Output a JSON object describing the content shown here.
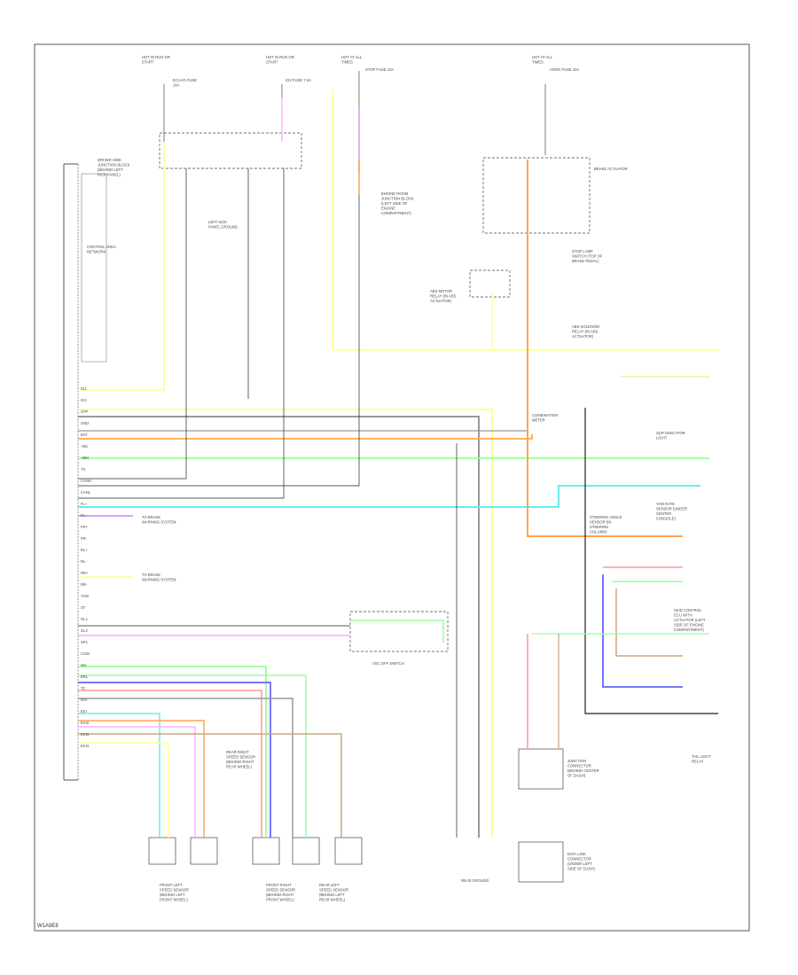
{
  "figure_id": "W1A9E8",
  "labels": {
    "hot_run_start_1": "HOT IN RUN OR START",
    "hot_run_start_2": "HOT IN RUN OR START",
    "hot_at_all_times_1": "HOT AT ALL TIMES",
    "hot_at_all_times_2": "HOT AT ALL TIMES",
    "ecu_ig_fuse": "ECU-IG FUSE 10A",
    "ig2_fuse": "IG2 FUSE 7.5A",
    "stop_fuse": "STOP FUSE 10A",
    "horn_fuse": "HORN FUSE 10A",
    "junction_block": "DRIVER SIDE JUNCTION BLOCK (BEHIND LEFT KICK PANEL)",
    "engine_room_jb": "ENGINE ROOM JUNCTION BLOCK (LEFT SIDE OF ENGINE COMPARTMENT)",
    "controller_area": "CONTROL AREA NETWORK",
    "stop_lamp_switch": "STOP LAMP SWITCH (TOP OF BRAKE PEDAL)",
    "abs_motor_relay": "ABS MOTOR RELAY (IN ABS ACTUATOR)",
    "abs_solenoid_relay": "ABS SOLENOID RELAY (IN ABS ACTUATOR)",
    "left_kick_ground": "LEFT KICK PANEL GROUND",
    "rear_ground": "REAR GROUND",
    "brake_actuator": "BRAKE ACTUATOR",
    "combination_meter": "COMBINATION METER",
    "slip_indicator": "SLIP INDICATOR LIGHT",
    "yaw_rate_sensor": "YAW RATE SENSOR (UNDER CENTER CONSOLE)",
    "steering_angle_sensor": "STEERING ANGLE SENSOR (IN STEERING COLUMN)",
    "skid_control_ecu": "SKID CONTROL ECU WITH ACTUATOR (LEFT SIDE OF ENGINE COMPARTMENT)",
    "to_abs_system_1": "TO BRAKE WARNING SYSTEM",
    "to_abs_system_2": "TO BRAKE WARNING SYSTEM",
    "front_left_sensor": "FRONT LEFT SPEED SENSOR (BEHIND LEFT FRONT WHEEL)",
    "front_right_sensor": "FRONT RIGHT SPEED SENSOR (BEHIND RIGHT FRONT WHEEL)",
    "rear_left_sensor": "REAR LEFT SPEED SENSOR (BEHIND LEFT REAR WHEEL)",
    "rear_right_sensor": "REAR RIGHT SPEED SENSOR (BEHIND RIGHT REAR WHEEL)",
    "junction_connector": "JUNCTION CONNECTOR (BEHIND CENTER OF DASH)",
    "data_link_connector": "DATA LINK CONNECTOR (UNDER LEFT SIDE OF DASH)",
    "vsc_off_switch": "VSC OFF SWITCH",
    "tail_lamp": "TAIL LIGHT RELAY"
  },
  "wire_colors": {
    "yel": "#ffff99",
    "yel_grn": "#e8f0a0",
    "red": "#ff9999",
    "grn": "#99ff99",
    "blu": "#6666ff",
    "org": "#ffa64d",
    "pnk": "#ffb3ff",
    "brn": "#c8a878",
    "cyan": "#66eeee",
    "grey": "#999999",
    "black": "#222222",
    "violet": "#cc99ff"
  },
  "pin_labels": [
    "IG1",
    "IG2",
    "STP",
    "GND",
    "BAT",
    "+BS",
    "+BM",
    "TS",
    "CANH",
    "CANL",
    "FL+",
    "FL-",
    "FR+",
    "FR-",
    "RL+",
    "RL-",
    "RR+",
    "RR-",
    "YAW",
    "ST",
    "GL1",
    "GL2",
    "SP1",
    "CSW",
    "WA",
    "BRL",
    "TC",
    "D/G",
    "EXI",
    "EXI2",
    "EXI3",
    "EXI4"
  ]
}
